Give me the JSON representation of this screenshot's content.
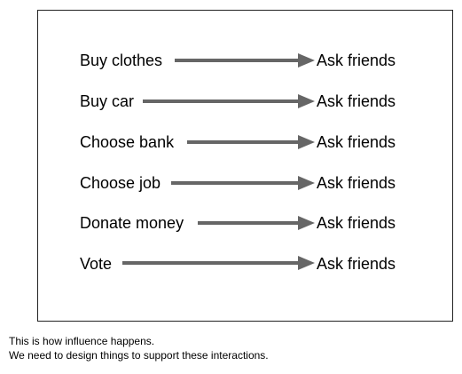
{
  "colors": {
    "arrow": "#666666",
    "frame": "#222222",
    "text": "#000000"
  },
  "rows": [
    {
      "source": "Buy clothes",
      "target": "Ask friends"
    },
    {
      "source": "Buy car",
      "target": "Ask friends"
    },
    {
      "source": "Choose bank",
      "target": "Ask friends"
    },
    {
      "source": "Choose job",
      "target": "Ask friends"
    },
    {
      "source": "Donate money",
      "target": "Ask friends"
    },
    {
      "source": "Vote",
      "target": "Ask friends"
    }
  ],
  "caption": {
    "line1": "This is how influence happens.",
    "line2": "We need to design things to support these interactions."
  }
}
